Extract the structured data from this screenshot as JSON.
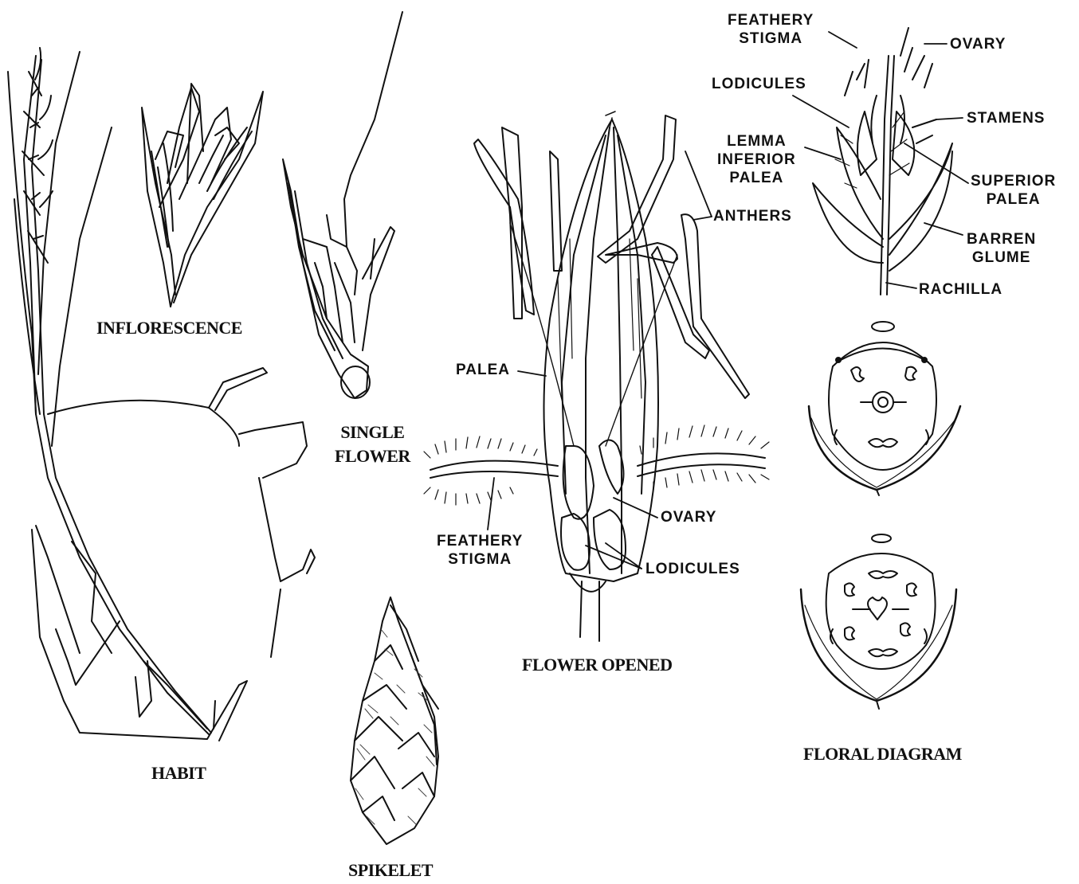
{
  "captions": {
    "inflorescence": "INFLORESCENCE",
    "single_flower_1": "SINGLE",
    "single_flower_2": "FLOWER",
    "habit": "HABIT",
    "spikelet": "SPIKELET",
    "flower_opened": "FLOWER OPENED",
    "floral_diagram": "FLORAL DIAGRAM"
  },
  "flower_opened_labels": {
    "palea": "PALEA",
    "anthers": "ANTHERS",
    "ovary": "OVARY",
    "lodicules": "LODICULES",
    "feathery_stigma_1": "FEATHERY",
    "feathery_stigma_2": "STIGMA"
  },
  "spikelet_labels": {
    "feathery_stigma_1": "FEATHERY",
    "feathery_stigma_2": "STIGMA",
    "ovary": "OVARY",
    "lodicules": "LODICULES",
    "stamens": "STAMENS",
    "lemma_1": "LEMMA",
    "lemma_2": "INFERIOR",
    "lemma_3": "PALEA",
    "superior_palea_1": "SUPERIOR",
    "superior_palea_2": "PALEA",
    "barren_glume_1": "BARREN",
    "barren_glume_2": "GLUME",
    "rachilla": "RACHILLA"
  }
}
